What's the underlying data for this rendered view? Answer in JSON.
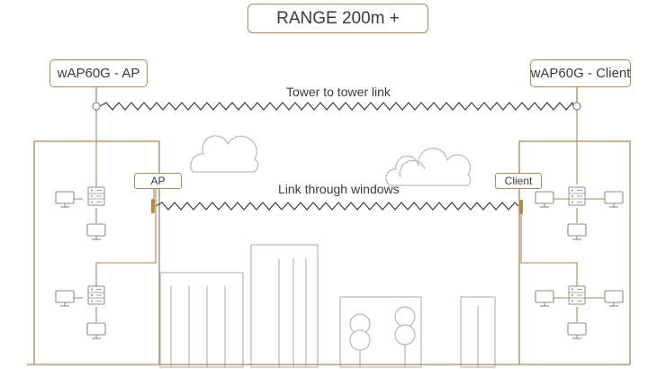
{
  "title": "RANGE 200m +",
  "devices": {
    "ap_label": "wAP60G - AP",
    "client_label": "wAP60G - Client"
  },
  "links": {
    "tower": "Tower to tower link",
    "window": "Link through windows"
  },
  "window_units": {
    "ap": "AP",
    "client": "Client"
  },
  "colors": {
    "line": "#a8895b",
    "accent": "#b88a3e",
    "building": "#b8b8b8",
    "icon": "#8c8c8c",
    "cloud": "#bdbdbd",
    "text": "#3b3b3b"
  },
  "icons": [
    "cloud-icon",
    "monitor-icon",
    "server-icon",
    "tree-icon",
    "antenna-icon"
  ]
}
